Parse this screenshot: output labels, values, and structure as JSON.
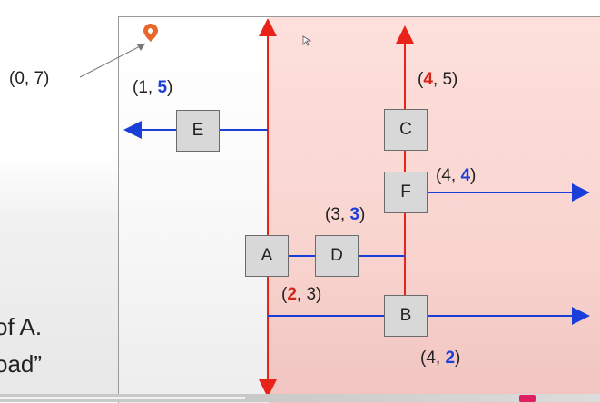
{
  "origin_label": "(0, 7)",
  "nodes": [
    {
      "id": "E",
      "coord_prefix": "(1, ",
      "coord_x": "",
      "coord_y": "5",
      "x_color": "",
      "y_color": "blue"
    },
    {
      "id": "C",
      "coord_prefix": "(",
      "coord_x": "4",
      "coord_y": "5",
      "x_color": "red",
      "y_color": ""
    },
    {
      "id": "F",
      "coord_prefix": "(",
      "coord_x": "4",
      "coord_y": "4",
      "x_color": "",
      "y_color": "blue"
    },
    {
      "id": "D",
      "coord_prefix": "(",
      "coord_x": "3",
      "coord_y": "3",
      "x_color": "",
      "y_color": "blue"
    },
    {
      "id": "A",
      "coord_prefix": "(",
      "coord_x": "2",
      "coord_y": "3",
      "x_color": "red",
      "y_color": ""
    },
    {
      "id": "B",
      "coord_prefix": "(",
      "coord_x": "4",
      "coord_y": "2",
      "x_color": "",
      "y_color": "blue"
    }
  ],
  "labels": {
    "E": "(1, 5)",
    "C": "(4, 5)",
    "F": "(4, 4)",
    "D": "(3, 3)",
    "A": "(2, 3)",
    "B": "(4, 2)"
  },
  "side_text": {
    "line1": "of A.",
    "line2": "oad”"
  },
  "colors": {
    "split_red": "#e8231a",
    "split_blue": "#1a3fd8",
    "right_panel": "#fde0dc",
    "pin": "#e8672a"
  },
  "icons": {
    "origin_pin": "location-pin-icon",
    "cursor": "mouse-cursor-icon"
  }
}
